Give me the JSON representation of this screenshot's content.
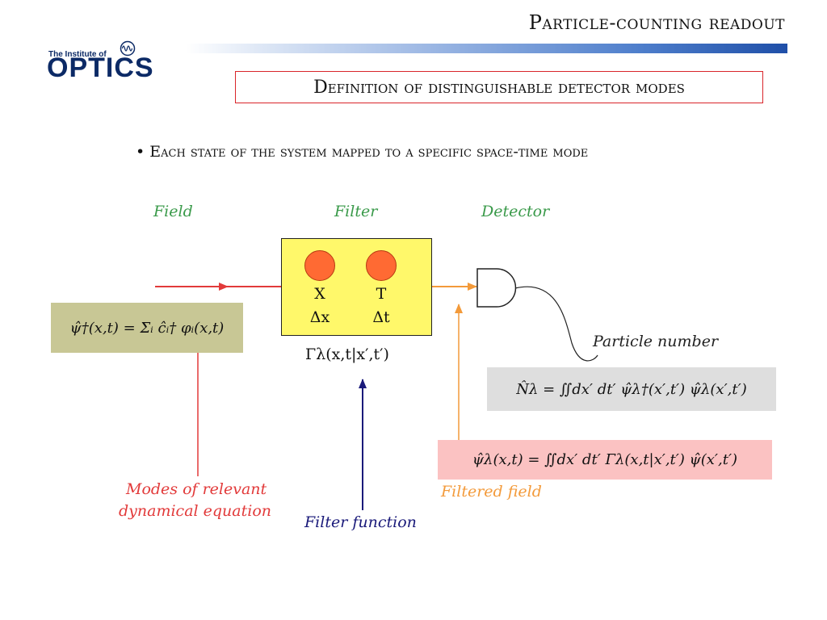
{
  "slide": {
    "title": "Particle-counting readout",
    "subtitle": "Definition of distinguishable detector modes",
    "bullet": "• Each state of the system mapped to a specific space-time mode"
  },
  "logo": {
    "small_text": "The Institute of",
    "big_text": "OPTICS"
  },
  "diagram": {
    "labels": {
      "field": "Field",
      "filter": "Filter",
      "detector": "Detector",
      "particle_number": "Particle number",
      "modes": [
        "Modes of relevant",
        "dynamical equation"
      ],
      "filter_function": "Filter function",
      "filtered_field": "Filtered field"
    },
    "filter_box": {
      "left_var": "X",
      "left_delta": "Δx",
      "right_var": "T",
      "right_delta": "Δt"
    },
    "equations": {
      "field": "ψ̂†(x,t) = Σᵢ ĉᵢ† φᵢ(x,t)",
      "filter_kernel": "Γλ(x,t|x′,t′)",
      "particle_count": "N̂λ = ∬dx′ dt′ ψ̂λ†(x′,t′) ψ̂λ(x′,t′)",
      "filtered_field": "ψ̂λ(x,t) = ∬dx′ dt′ Γλ(x,t|x′,t′) ψ̂(x′,t′)"
    }
  },
  "colors": {
    "title_border": "#d9252a",
    "field_arrow": "#e23a3a",
    "filtered_arrow": "#f39a3a",
    "filter_function_arrow": "#1a1a7a",
    "filter_box_fill": "#fff86a",
    "field_eq_fill": "#c8c795",
    "count_eq_fill": "#dedede",
    "filtered_eq_fill": "#fbc2c2"
  }
}
